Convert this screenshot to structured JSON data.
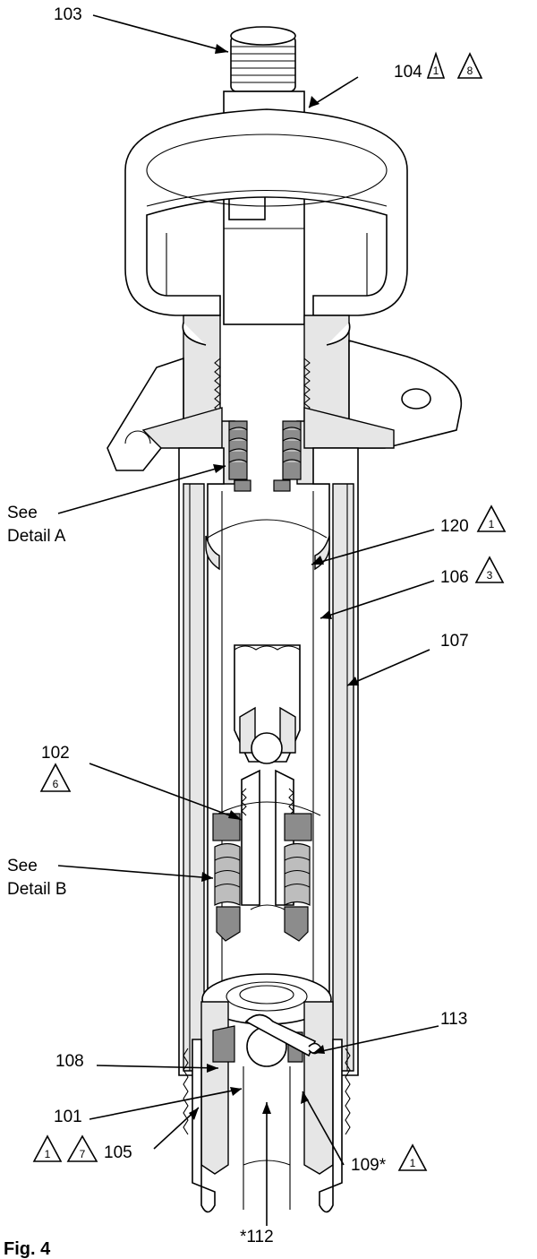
{
  "figure": {
    "caption": "Fig. 4"
  },
  "callouts": {
    "c103": {
      "text": "103"
    },
    "c104": {
      "text": "104",
      "warnings": [
        "1",
        "8"
      ]
    },
    "detailA": {
      "line1": "See",
      "line2": "Detail A"
    },
    "c120": {
      "text": "120",
      "warnings": [
        "1"
      ]
    },
    "c106": {
      "text": "106",
      "warnings": [
        "3"
      ]
    },
    "c107": {
      "text": "107"
    },
    "c102": {
      "text": "102",
      "warnings": [
        "6"
      ]
    },
    "detailB": {
      "line1": "See",
      "line2": "Detail B"
    },
    "c113": {
      "text": "113"
    },
    "c108": {
      "text": "108"
    },
    "c101": {
      "text": "101"
    },
    "c105": {
      "text": "105",
      "warnings": [
        "1",
        "7"
      ]
    },
    "c109": {
      "text": "109*",
      "warnings": [
        "1"
      ]
    },
    "c112": {
      "text": "*112"
    }
  },
  "colors": {
    "section_fill": "#e6e6e6",
    "seal_dark": "#8c8c8c",
    "seal_light": "#bdbdbd",
    "ink": "#000000"
  }
}
